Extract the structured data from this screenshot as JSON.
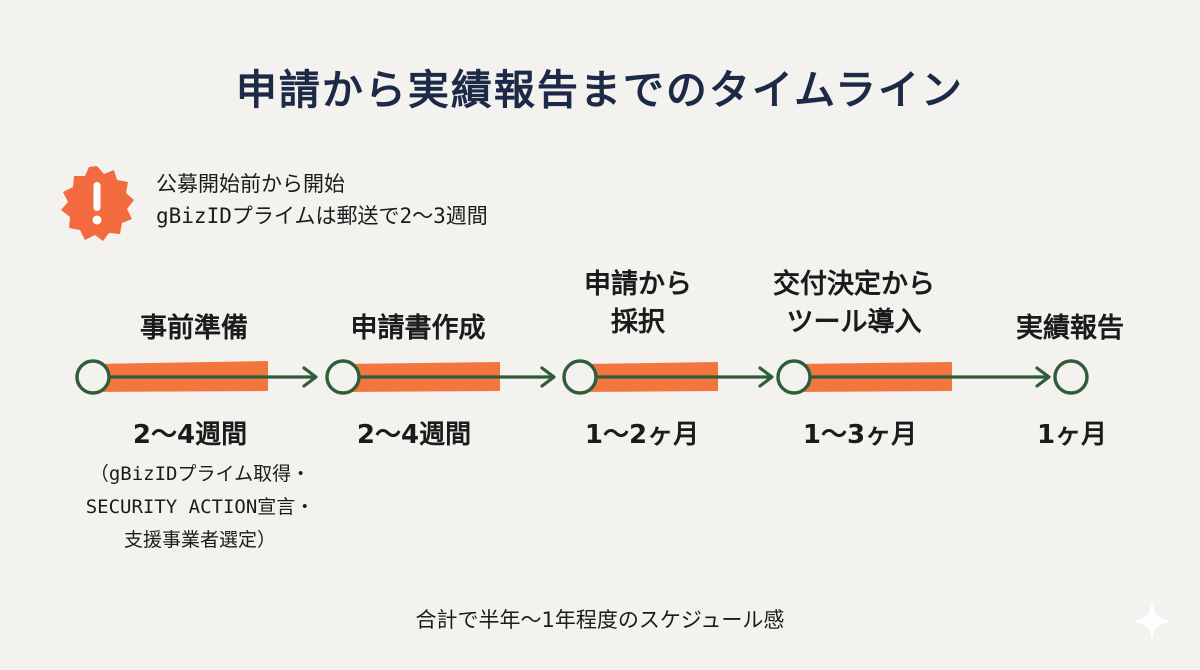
{
  "title": "申請から実績報告までのタイムライン",
  "notice": {
    "icon": "exclamation-badge-icon",
    "badge_color": "#f26a3d",
    "lines": [
      "公募開始前から開始",
      "gBizIDプライムは郵送で2〜3週間"
    ]
  },
  "timeline": {
    "accent_color": "#f4763f",
    "line_color": "#2f5d3a",
    "stages": [
      {
        "label_lines": [
          "事前準備"
        ],
        "duration": "2〜4週間",
        "note_lines": [
          "（gBizIDプライム取得・",
          "SECURITY ACTION宣言・",
          "支援事業者選定）"
        ]
      },
      {
        "label_lines": [
          "申請書作成"
        ],
        "duration": "2〜4週間"
      },
      {
        "label_lines": [
          "申請から",
          "採択"
        ],
        "duration": "1〜2ヶ月"
      },
      {
        "label_lines": [
          "交付決定から",
          "ツール導入"
        ],
        "duration": "1〜3ヶ月"
      },
      {
        "label_lines": [
          "実績報告"
        ],
        "duration": "1ヶ月"
      }
    ]
  },
  "summary": "合計で半年〜1年程度のスケジュール感",
  "watermark_icon": "sparkle-icon"
}
